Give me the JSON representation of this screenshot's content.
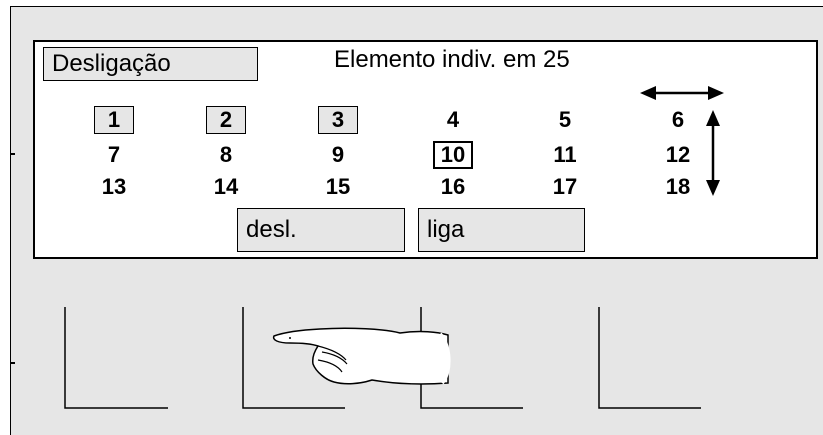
{
  "header": {
    "mode_label": "Desligação",
    "title": "Elemento indiv. em 25"
  },
  "elements": [
    {
      "num": "1",
      "state": "selected"
    },
    {
      "num": "2",
      "state": "selected"
    },
    {
      "num": "3",
      "state": "selected"
    },
    {
      "num": "4",
      "state": "normal"
    },
    {
      "num": "5",
      "state": "normal"
    },
    {
      "num": "6",
      "state": "normal"
    },
    {
      "num": "7",
      "state": "normal"
    },
    {
      "num": "8",
      "state": "normal"
    },
    {
      "num": "9",
      "state": "normal"
    },
    {
      "num": "10",
      "state": "current"
    },
    {
      "num": "11",
      "state": "normal"
    },
    {
      "num": "12",
      "state": "normal"
    },
    {
      "num": "13",
      "state": "normal"
    },
    {
      "num": "14",
      "state": "normal"
    },
    {
      "num": "15",
      "state": "normal"
    },
    {
      "num": "16",
      "state": "normal"
    },
    {
      "num": "17",
      "state": "normal"
    },
    {
      "num": "18",
      "state": "normal"
    }
  ],
  "buttons": {
    "off_label": "desl.",
    "on_label": "liga"
  },
  "icons": {
    "horizontal": "left-right-arrow-icon",
    "vertical": "up-down-arrow-icon",
    "pointer": "pointing-hand-icon"
  }
}
